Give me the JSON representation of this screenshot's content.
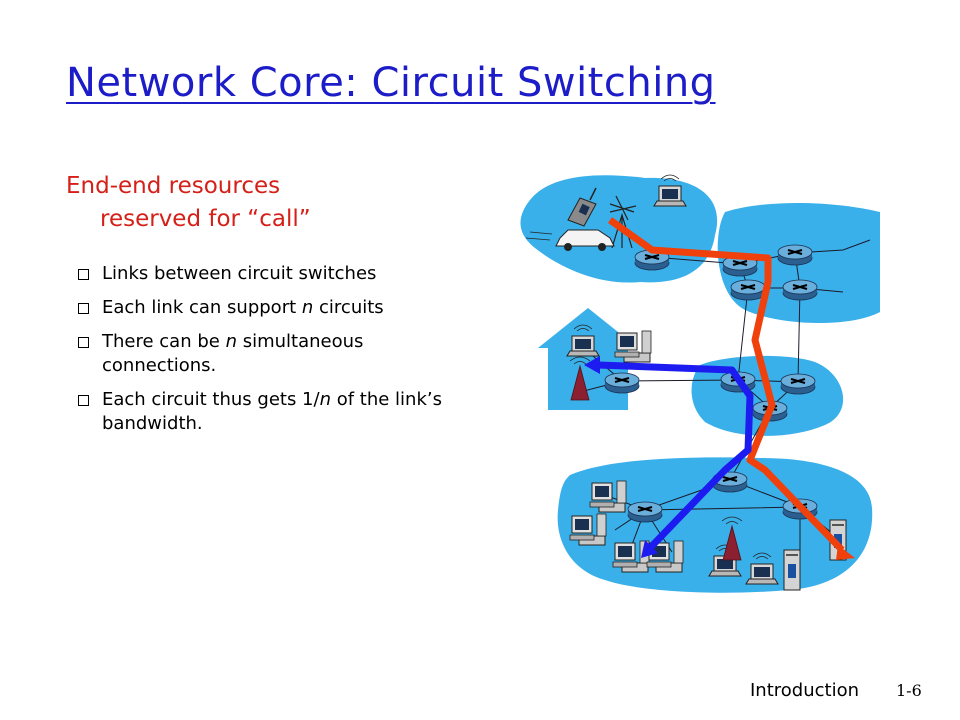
{
  "slide": {
    "title": "Network Core: Circuit Switching",
    "intro_line1": "End-end resources",
    "intro_line2": "reserved for “call”",
    "bullets": [
      {
        "parts": [
          "Links between circuit switches"
        ]
      },
      {
        "parts": [
          "Each link can support ",
          "n",
          " circuits"
        ]
      },
      {
        "parts": [
          "There can be ",
          "n",
          " simultaneous connections."
        ]
      },
      {
        "parts": [
          "Each circuit thus gets 1/",
          "n",
          " of the link’s bandwidth."
        ]
      }
    ],
    "footer_section": "Introduction",
    "footer_page": "1-6"
  },
  "colors": {
    "title": "#1c1cc8",
    "intro": "#d42018",
    "network_blob": "#3ab0ea",
    "circuit_red": "#f0400c",
    "circuit_blue": "#1c1cf0",
    "router": "#4a8ec8"
  },
  "icons": [
    "router-icon",
    "laptop-icon",
    "desktop-pc-icon",
    "cell-tower-icon",
    "mobile-phone-icon",
    "car-icon",
    "server-icon",
    "home-icon"
  ]
}
